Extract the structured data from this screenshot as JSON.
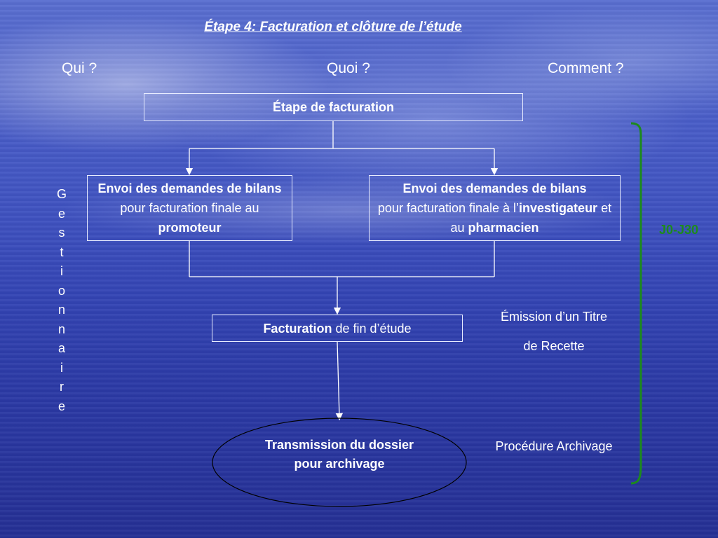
{
  "title": "Étape 4: Facturation et clôture de l’étude",
  "columns": {
    "qui": "Qui ?",
    "quoi": "Quoi ?",
    "comment": "Comment ?"
  },
  "boxes": {
    "etape": "Étape de facturation",
    "left": {
      "b1": "Envoi des demandes de bilans",
      "t1": " pour facturation finale au ",
      "b2": "promoteur"
    },
    "right": {
      "b1": "Envoi des demandes de bilans",
      "t1": "pour facturation finale à l’",
      "b2": "investigateur",
      "t2": " et au ",
      "b3": "pharmacien"
    },
    "facturation": {
      "b1": "Facturation",
      "t1": " de fin d’étude"
    },
    "transmission": "Transmission du dossier pour archivage"
  },
  "comments": {
    "emission_line1": "Émission d’un Titre",
    "emission_line2": "de Recette",
    "archivage": "Procédure Archivage"
  },
  "vertical_label": "Gestionnaire",
  "duration_label": "J0-J30",
  "colors": {
    "bracket": "#1d8a1d",
    "line": "#ffffff"
  }
}
